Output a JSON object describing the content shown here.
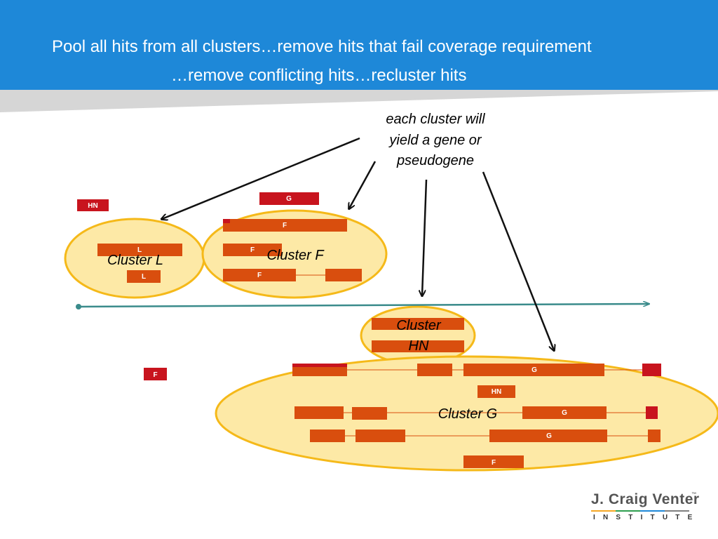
{
  "slide": {
    "title_line1": "Pool all hits from all clusters…remove hits that fail coverage requirement",
    "title_line2": "…remove conflicting hits…recluster hits"
  },
  "annotation": {
    "lines": [
      "each cluster will",
      "yield a gene or",
      "pseudogene"
    ]
  },
  "clusters": [
    {
      "id": "L",
      "label_lines": [
        "Cluster L"
      ]
    },
    {
      "id": "F",
      "label_lines": [
        "Cluster F"
      ]
    },
    {
      "id": "HN",
      "label_lines": [
        "Cluster",
        "HN"
      ]
    },
    {
      "id": "G",
      "label_lines": [
        "Cluster G"
      ]
    }
  ],
  "hit_labels": {
    "hn_top": "HN",
    "g_top": "G",
    "f_top": "F",
    "f_mid": "F",
    "f_low": "F",
    "l_top": "L",
    "l_low": "L",
    "f_left": "F",
    "g_row1": "G",
    "hn_mid": "HN",
    "g_row2": "G",
    "g_row3": "G",
    "f_bottom": "F"
  },
  "logo": {
    "name": "J. Craig Venter",
    "trademark": "™",
    "institute": "INSTITUTE"
  },
  "colors": {
    "header_blue": "#1e88d8",
    "cluster_fill": "#fde9a6",
    "cluster_stroke": "#f5b919",
    "hit_orange": "#d94e0e",
    "hit_red": "#c8141e",
    "genome_line": "#3a8b8b",
    "arrow": "#111111"
  }
}
